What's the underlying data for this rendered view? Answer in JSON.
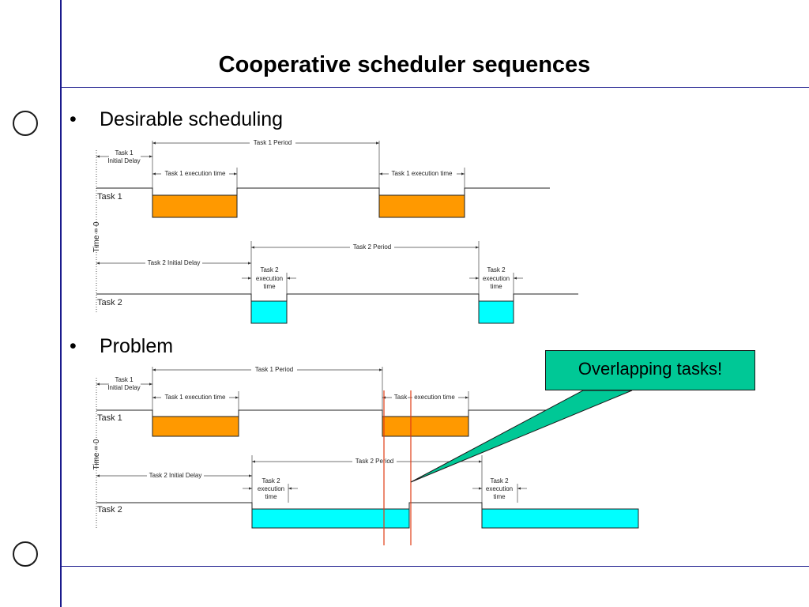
{
  "slide": {
    "title": "Cooperative scheduler sequences",
    "bullets": [
      "Desirable scheduling",
      "Problem"
    ],
    "bullet_marker": "•",
    "callout": "Overlapping tasks!"
  },
  "diagram": {
    "task1_period": "Task 1 Period",
    "task1_initial_delay": [
      "Task 1",
      "Initial Delay"
    ],
    "task1_exec": "Task 1 execution time",
    "task1_label": "Task 1",
    "task2_period": "Task 2 Period",
    "task2_initial_delay": "Task 2 Initial Delay",
    "task2_exec": [
      "Task 2",
      "execution",
      "time"
    ],
    "task2_label": "Task 2",
    "time_zero": "Time = 0",
    "problem_task1_exec_split": [
      "Task",
      "execution time"
    ]
  },
  "colors": {
    "task1_fill": "#ff9900",
    "task2_fill": "#00ffff",
    "accent_line": "#1a1a8c",
    "conflict_line": "#e03c14",
    "callout_fill": "#00c896"
  }
}
